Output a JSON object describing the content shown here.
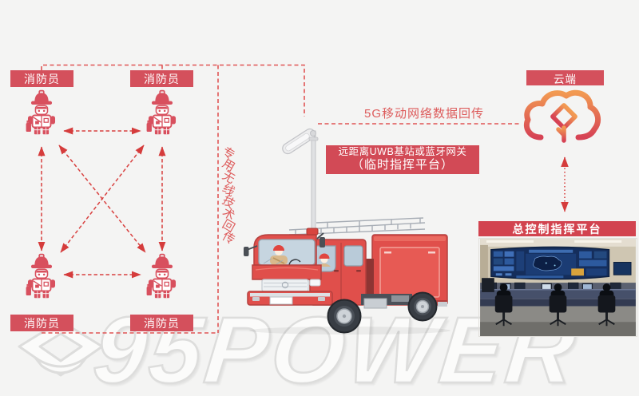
{
  "colors": {
    "background": "#f4f4f3",
    "accent_red": "#d4505c",
    "box_red": "#d24a56",
    "dash_red": "#e05454",
    "text_red": "#dd5c5c",
    "firefighter_red": "#d8505e",
    "cloud_gradient_top": "#f29a52",
    "cloud_gradient_bottom": "#d64254"
  },
  "mesh": {
    "node_labels": [
      "消防员",
      "消防员",
      "消防员",
      "消防员"
    ],
    "backhaul_label": "专用无线技术回传"
  },
  "uwb_station": {
    "line1": "远距离UWB基站或蓝牙网关",
    "line2": "（临时指挥平台）"
  },
  "links": {
    "g5_label": "5G移动网络数据回传"
  },
  "cloud": {
    "label": "云端"
  },
  "command_center": {
    "label": "总控制指挥平台"
  },
  "watermark": {
    "text": "95POWER"
  }
}
